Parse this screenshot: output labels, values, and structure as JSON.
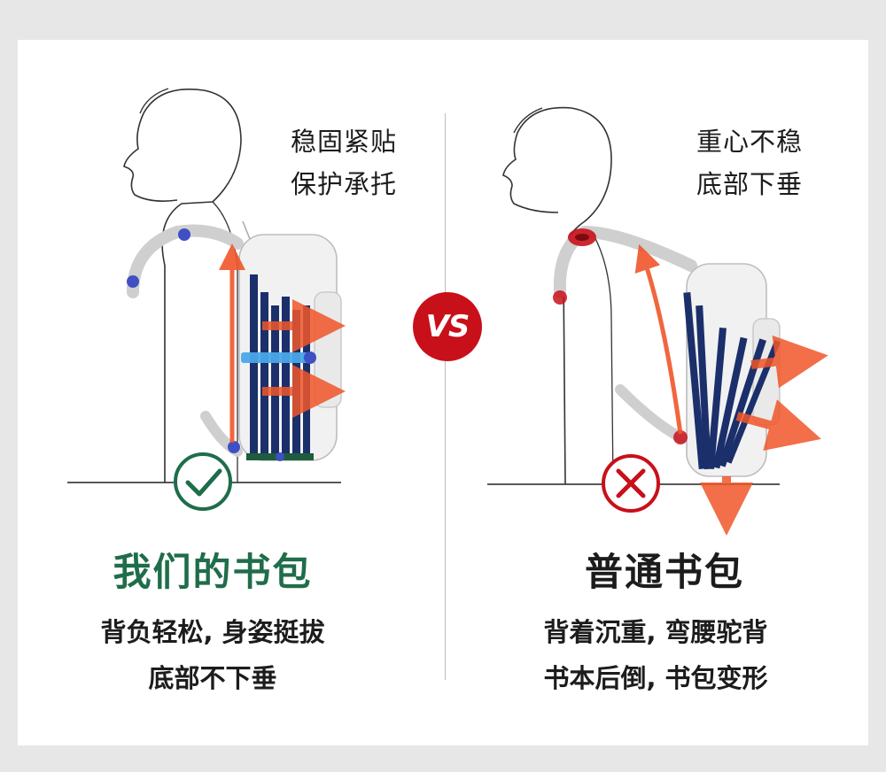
{
  "vs_label": "VS",
  "left": {
    "caption_line1": "稳固紧贴",
    "caption_line2": "保护承托",
    "title": "我们的书包",
    "desc_line1": "背负轻松, 身姿挺拔",
    "desc_line2": "底部不下垂",
    "status_icon": "check-circle-icon",
    "accent_color": "#1f6d4a"
  },
  "right": {
    "caption_line1": "重心不稳",
    "caption_line2": "底部下垂",
    "title": "普通书包",
    "desc_line1": "背着沉重, 弯腰驼背",
    "desc_line2": "书本后倒, 书包变形",
    "status_icon": "cross-circle-icon",
    "accent_color": "#c8101a"
  },
  "colors": {
    "arrow": "#f0562a",
    "book": "#1b2f6b",
    "strap_good": "#3f4fc4",
    "strap_bad": "#c8101a",
    "band": "#4aa8e8"
  }
}
